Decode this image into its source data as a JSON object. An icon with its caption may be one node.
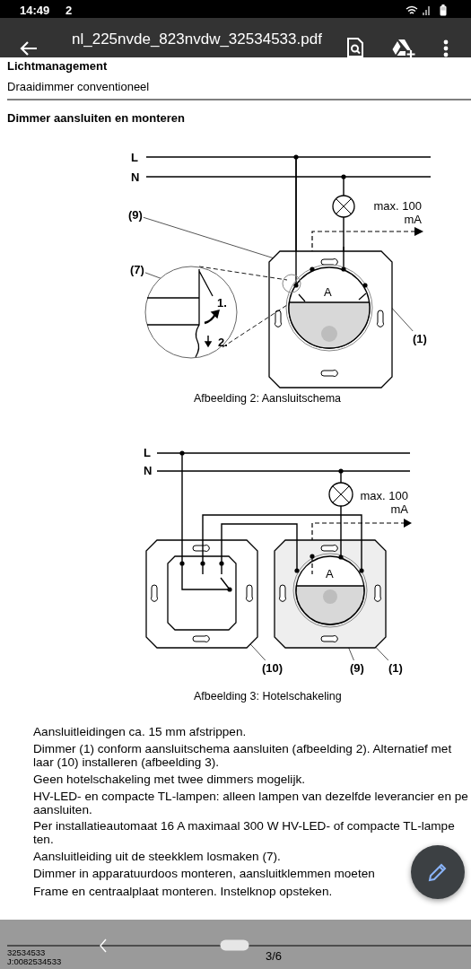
{
  "diagram": {
    "title": "Dimmer aansluiten en monteren",
    "nodes": [
      {
        "text": [
          "(9)"
        ]
      },
      {
        "text": [
          "(7)"
        ]
      },
      {
        "text": [
          "(1)"
        ]
      },
      {
        "text": [
          "(10)"
        ]
      },
      {
        "text": [
          "(9)"
        ]
      },
      {
        "text": [
          "(1)"
        ]
      }
    ],
    "edges": [
      {
        "from": 0,
        "to": null,
        "arrow": "none"
      },
      {
        "from": 1,
        "to": null,
        "arrow": "none"
      },
      {
        "from": 2,
        "to": null,
        "arrow": "none"
      },
      {
        "from": 3,
        "to": null,
        "arrow": "none"
      },
      {
        "from": 4,
        "to": null,
        "arrow": "none"
      },
      {
        "from": 5,
        "to": null,
        "arrow": "none"
      }
    ],
    "labels": [
      "14:49",
      "2",
      "nl_225nvde_823nvdw_32534533.pdf",
      "Lichtmanagement",
      "Draaidimmer conventioneel",
      "L",
      "N",
      "max. 100 mA",
      "A",
      "1.",
      "2.",
      "Afbeelding 2: Aansluitschema",
      "L",
      "N",
      "max. 100 mA",
      "A",
      "Afbeelding 3: Hotelschakeling",
      "Aansluitleidingen ca. 15 mm afstrippen.",
      "Dimmer (1) conform aansluitschema aansluiten (afbeelding 2). Alternatief met laar (10) installeren (afbeelding 3).",
      "Geen hotelschakeling met twee dimmers mogelijk.",
      "HV-LED- en compacte TL-lampen: alleen lampen van dezelfde leverancier en pe aansluiten.",
      "Per installatieautomaat 16 A maximaal 300 W HV-LED- of compacte TL-lampe ten.",
      "Aansluitleiding uit de steekklem losmaken (7).",
      "Dimmer in apparatuurdoos monteren, aansluitklemmen moeten",
      "Frame en centraalplaat monteren. Instelknop opsteken.",
      "32534533",
      "J:0082534533",
      "3/6"
    ]
  }
}
